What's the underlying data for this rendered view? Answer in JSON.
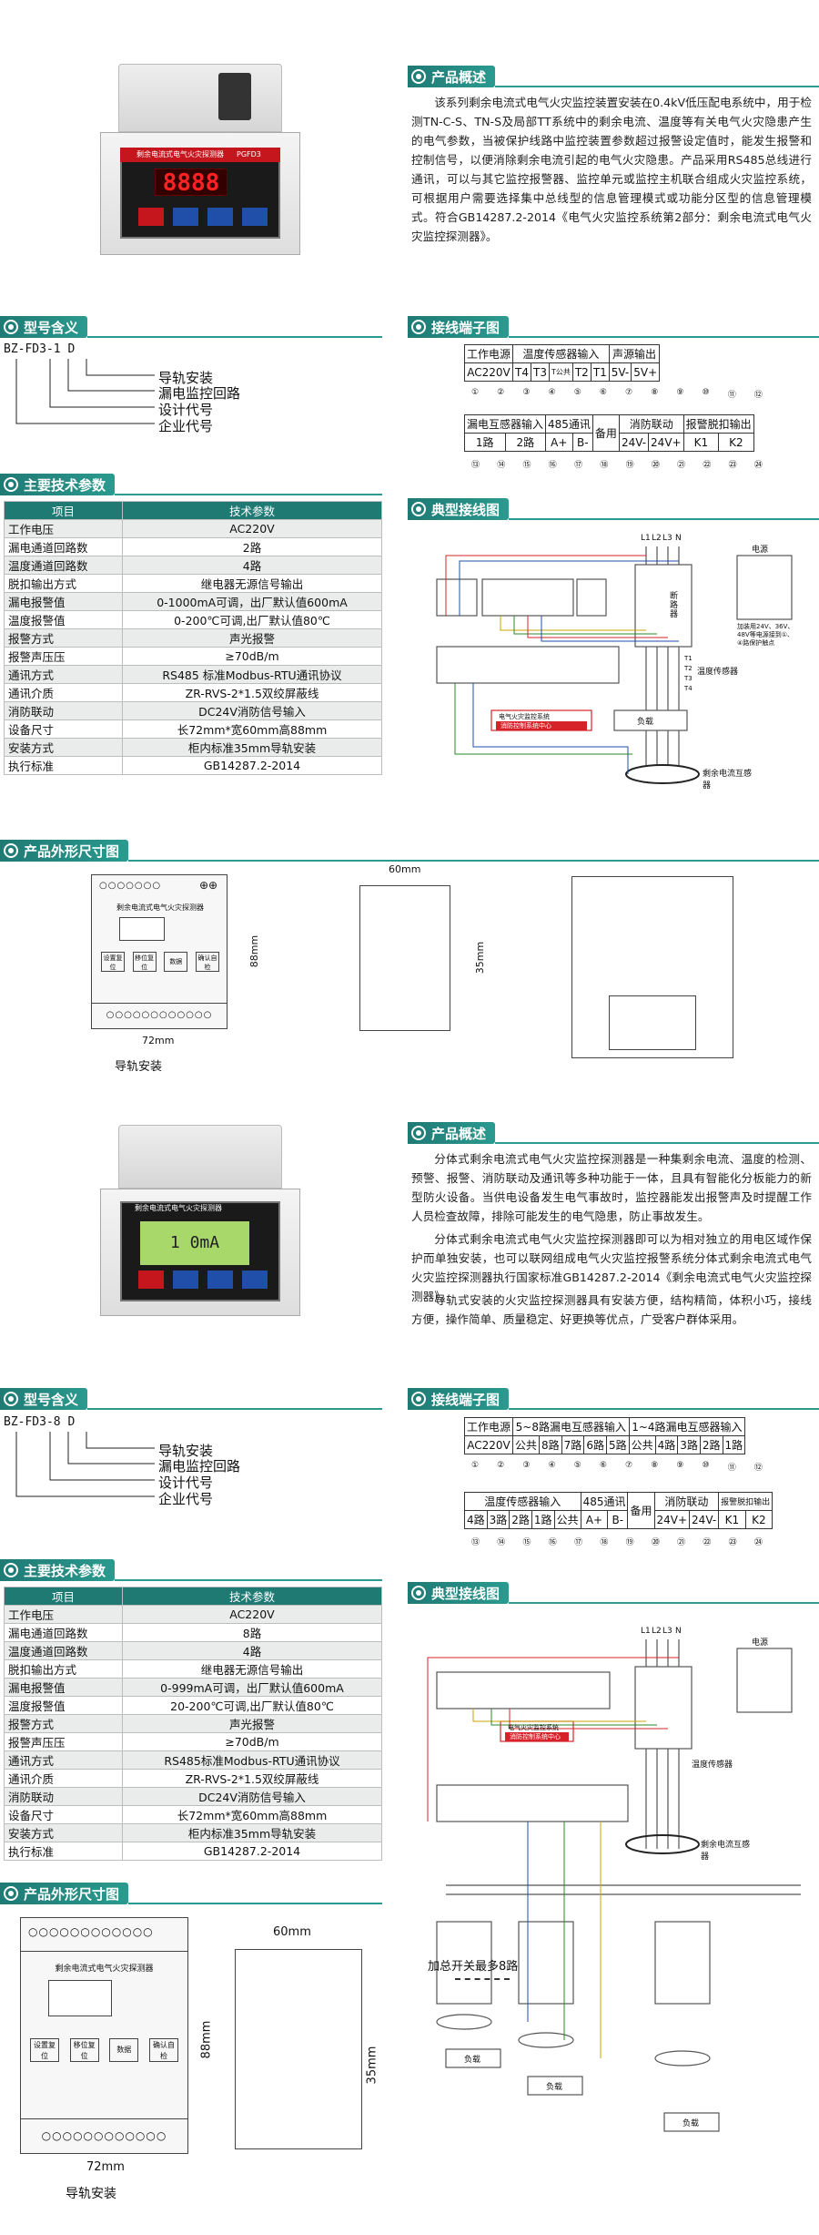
{
  "section1": {
    "overview_title": "产品概述",
    "device_label": "PGFD3",
    "device_name": "剩余电流式电气火灾探测器",
    "overview_text": "该系列剩余电流式电气火灾监控装置安装在0.4kV低压配电系统中，用于检测TN-C-S、TN-S及局部TT系统中的剩余电流、温度等有关电气火灾隐患产生的电气参数，当被保护线路中监控装置参数超过报警设定值时，能发生报警和控制信号，以便消除剩余电流引起的电气火灾隐患。产品采用RS485总线进行通讯，可以与其它监控报警器、监控单元或监控主机联合组成火灾监控系统，可根据用户需要选择集中总线型的信息管理模式或功能分区型的信息管理模式。符合GB14287.2-2014《电气火灾监控系统第2部分：剩余电流式电气火灾监控探测器》。",
    "model_title": "型号含义",
    "model_code": "BZ-FD3-1 D",
    "model_items": [
      "导轨安装",
      "漏电监控回路",
      "设计代号",
      "企业代号"
    ],
    "terminal_title": "接线端子图",
    "terminal_top": {
      "headers": [
        "工作电源",
        "温度传感器输入",
        "声源输出"
      ],
      "cells": [
        "AC220V",
        "T4",
        "T3",
        "T公共",
        "T2",
        "T1",
        "5V-",
        "5V+"
      ],
      "nums": [
        "①",
        "②",
        "③",
        "④",
        "⑤",
        "⑥",
        "⑦",
        "⑧",
        "⑨",
        "⑩",
        "⑪",
        "⑫"
      ]
    },
    "terminal_bottom": {
      "headers": [
        "漏电互感器输入",
        "485通讯",
        "备用",
        "消防联动",
        "报警脱扣输出"
      ],
      "cells": [
        "1路",
        "2路",
        "A+",
        "B-",
        "24V-",
        "24V+",
        "K1",
        "K2"
      ],
      "nums": [
        "⑬",
        "⑭",
        "⑮",
        "⑯",
        "⑰",
        "⑱",
        "⑲",
        "⑳",
        "㉑",
        "㉒",
        "㉓",
        "㉔"
      ]
    },
    "spec_title": "主要技术参数",
    "spec_header": [
      "项目",
      "技术参数"
    ],
    "spec_rows": [
      [
        "工作电压",
        "AC220V"
      ],
      [
        "漏电通道回路数",
        "2路"
      ],
      [
        "温度通道回路数",
        "4路"
      ],
      [
        "脱扣输出方式",
        "继电器无源信号输出"
      ],
      [
        "漏电报警值",
        "0-1000mA可调，出厂默认值600mA"
      ],
      [
        "温度报警值",
        "0-200℃可调,出厂默认值80℃"
      ],
      [
        "报警方式",
        "声光报警"
      ],
      [
        "报警声压压",
        "≥70dB/m"
      ],
      [
        "通讯方式",
        "RS485 标准Modbus-RTU通讯协议"
      ],
      [
        "通讯介质",
        "ZR-RVS-2*1.5双绞屏蔽线"
      ],
      [
        "消防联动",
        "DC24V消防信号输入"
      ],
      [
        "设备尺寸",
        "长72mm*宽60mm高88mm"
      ],
      [
        "安装方式",
        "柜内标准35mm导轨安装"
      ],
      [
        "执行标准",
        "GB14287.2-2014"
      ]
    ],
    "wiring_title": "典型接线图",
    "wiring": {
      "phases": [
        "L1",
        "L2",
        "L3",
        "N"
      ],
      "power": "电源",
      "breaker": "断路器",
      "temp_sensor": "温度传感器",
      "ct": "剩余电流互感器",
      "load": "负载",
      "fire_system": "电气火灾监控系统",
      "fire_center": "消防控制系统中心",
      "note": "加装用24V、36V、48V等电源接到①、④路保护触点",
      "t_labels": [
        "T1",
        "T2",
        "T3",
        "T4"
      ]
    },
    "dim_title": "产品外形尺寸图",
    "dim_width": "72mm",
    "dim_height": "88mm",
    "dim_depth": "60mm",
    "dim_rail": "35mm",
    "dim_caption": "导轨安装",
    "buttons": [
      "设置复位",
      "移位复位",
      "数据",
      "确认自检"
    ]
  },
  "section2": {
    "overview_title": "产品概述",
    "device_name": "剩余电流式电气火灾探测器",
    "lcd_reading": "1  0mA",
    "overview_p1": "分体式剩余电流式电气火灾监控探测器是一种集剩余电流、温度的检测、预警、报警、消防联动及通讯等多种功能于一体，且具有智能化分板能力的新型防火设备。当供电设备发生电气事故时，监控器能发出报警声及时提醒工作人员检查故障，排除可能发生的电气隐患，防止事故发生。",
    "overview_p2": "分体式剩余电流式电气火灾监控探测器即可以为相对独立的用电区域作保护而单独安装，也可以联网组成电气火灾监控报警系统分体式剩余电流式电气火灾监控探测器执行国家标准GB14287.2-2014《剩余电流式电气火灾监控探测器》。",
    "overview_p3": "导轨式安装的火灾监控探测器具有安装方便，结构精简，体积小巧，接线方便，操作简单、质量稳定、好更换等优点，广受客户群体采用。",
    "model_title": "型号含义",
    "model_code": "BZ-FD3-8 D",
    "model_items": [
      "导轨安装",
      "漏电监控回路",
      "设计代号",
      "企业代号"
    ],
    "terminal_title": "接线端子图",
    "terminal_top": {
      "headers": [
        "工作电源",
        "5~8路漏电互感器输入",
        "1~4路漏电互感器输入"
      ],
      "cells": [
        "AC220V",
        "公共",
        "8路",
        "7路",
        "6路",
        "5路",
        "公共",
        "4路",
        "3路",
        "2路",
        "1路"
      ],
      "nums": [
        "①",
        "②",
        "③",
        "④",
        "⑤",
        "⑥",
        "⑦",
        "⑧",
        "⑨",
        "⑩",
        "⑪",
        "⑫"
      ]
    },
    "terminal_bottom": {
      "headers": [
        "温度传感器输入",
        "485通讯",
        "备用",
        "消防联动",
        "报警脱扣输出"
      ],
      "cells": [
        "4路",
        "3路",
        "2路",
        "1路",
        "公共",
        "A+",
        "B-",
        "24V+",
        "24V-",
        "K1",
        "K2"
      ],
      "nums": [
        "⑬",
        "⑭",
        "⑮",
        "⑯",
        "⑰",
        "⑱",
        "⑲",
        "⑳",
        "㉑",
        "㉒",
        "㉓",
        "㉔"
      ]
    },
    "spec_title": "主要技术参数",
    "spec_header": [
      "项目",
      "技术参数"
    ],
    "spec_rows": [
      [
        "工作电压",
        "AC220V"
      ],
      [
        "漏电通道回路数",
        "8路"
      ],
      [
        "温度通道回路数",
        "4路"
      ],
      [
        "脱扣输出方式",
        "继电器无源信号输出"
      ],
      [
        "漏电报警值",
        "0-999mA可调，出厂默认值600mA"
      ],
      [
        "温度报警值",
        "20-200℃可调,出厂默认值80℃"
      ],
      [
        "报警方式",
        "声光报警"
      ],
      [
        "报警声压压",
        "≥70dB/m"
      ],
      [
        "通讯方式",
        "RS485标准Modbus-RTU通讯协议"
      ],
      [
        "通讯介质",
        "ZR-RVS-2*1.5双绞屏蔽线"
      ],
      [
        "消防联动",
        "DC24V消防信号输入"
      ],
      [
        "设备尺寸",
        "长72mm*宽60mm高88mm"
      ],
      [
        "安装方式",
        "柜内标准35mm导轨安装"
      ],
      [
        "执行标准",
        "GB14287.2-2014"
      ]
    ],
    "wiring_title": "典型接线图",
    "wiring_caption": "加总开关最多8路",
    "dim_title": "产品外形尺寸图",
    "dim_width": "72mm",
    "dim_height": "88mm",
    "dim_depth": "60mm",
    "dim_rail": "35mm",
    "dim_caption": "导轨安装",
    "buttons": [
      "设置复位",
      "移位复位",
      "数据",
      "确认自检"
    ]
  },
  "colors": {
    "accent": "#2b9a8f",
    "header": "#1f7a74",
    "red": "#d6232a",
    "display": "#111111"
  }
}
